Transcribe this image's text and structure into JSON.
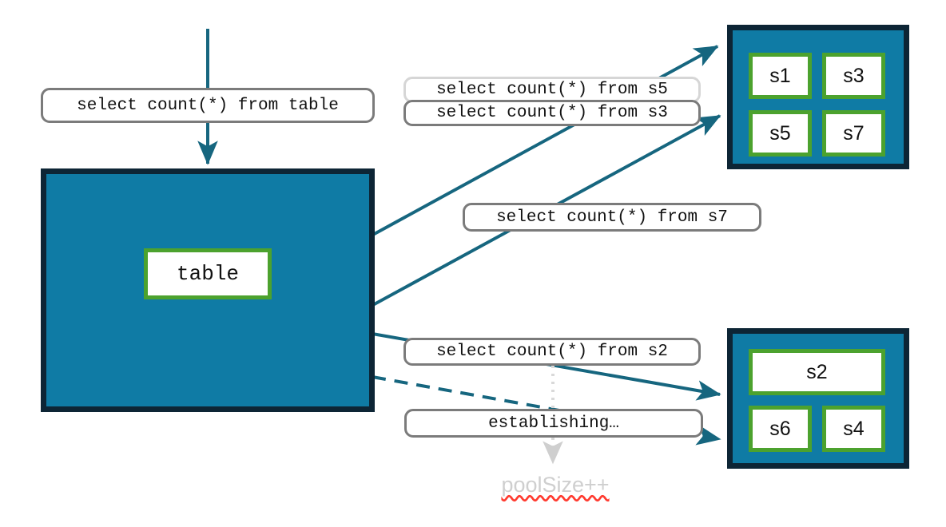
{
  "palette": {
    "pool_fill": "#0f7ba5",
    "pool_border": "#0d2535",
    "cell_border": "#4ca22e",
    "cell_fill": "#ffffff",
    "arrow": "#16667f",
    "chip_border": "#7b7b7b",
    "chip_border_faded": "#d6d6d6",
    "dotted_guide": "#d9d9d9",
    "annotation_text": "#cfcfcf",
    "spellcheck_underline": "#ff3b30"
  },
  "entry": {
    "query_label": "select count(*) from table"
  },
  "table_pool": {
    "cell_label": "table"
  },
  "pool_top": {
    "cells": [
      {
        "label": "s1"
      },
      {
        "label": "s3"
      },
      {
        "label": "s5"
      },
      {
        "label": "s7"
      }
    ]
  },
  "pool_bottom": {
    "cells": [
      {
        "label": "s2"
      },
      {
        "label": "s6"
      },
      {
        "label": "s4"
      }
    ]
  },
  "queries": [
    {
      "id": "s5",
      "label": "select count(*) from s5",
      "style": "faded"
    },
    {
      "id": "s3",
      "label": "select count(*) from s3",
      "style": "normal"
    },
    {
      "id": "s7",
      "label": "select count(*) from s7",
      "style": "normal"
    },
    {
      "id": "s2",
      "label": "select count(*) from s2",
      "style": "normal"
    }
  ],
  "status": {
    "establishing_label": "establishing…",
    "pool_counter_label": "poolSize++"
  }
}
